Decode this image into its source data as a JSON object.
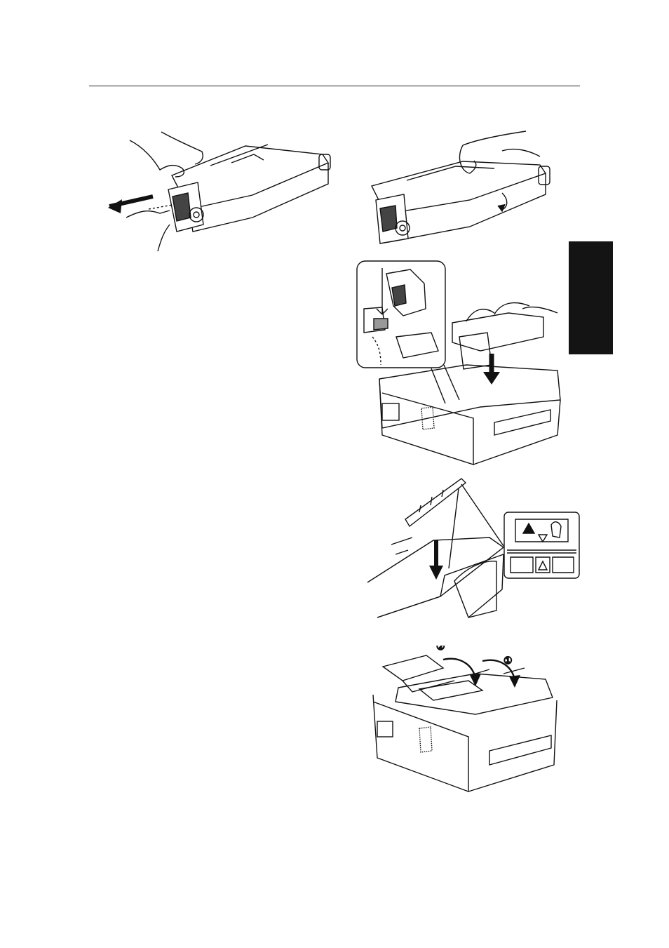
{
  "page": {
    "section_tab_text": ""
  },
  "figures": [
    {
      "id": "remove-seal",
      "icon": "toner-cartridge-pull-tab"
    },
    {
      "id": "rotate-cartridge",
      "icon": "toner-cartridge-rotate"
    },
    {
      "id": "insert-cartridge",
      "icon": "printer-insert-cartridge"
    },
    {
      "id": "install-guide",
      "icon": "guide-with-warning-label"
    },
    {
      "id": "close-covers",
      "icon": "printer-close-covers",
      "callouts": [
        "②",
        "①"
      ]
    }
  ],
  "colors": {
    "ink": "#111111",
    "tab": "#141414",
    "paper": "#ffffff"
  }
}
